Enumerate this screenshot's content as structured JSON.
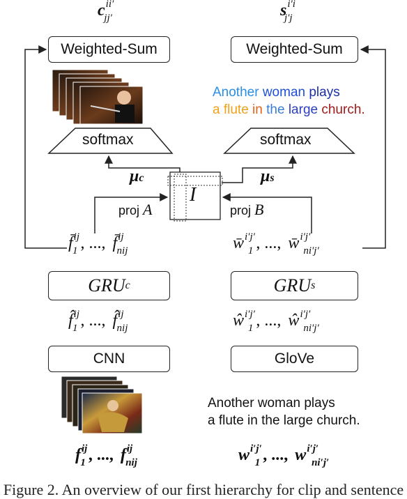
{
  "title_left": {
    "base": "c",
    "sup": "ii′",
    "sub": "jj′"
  },
  "title_right": {
    "base": "s",
    "sup": "i′i",
    "sub": "j′j"
  },
  "left": {
    "weighted_sum": "Weighted-Sum",
    "softmax": "softmax",
    "mu": "μ",
    "mu_sub": "c",
    "proj": "proj",
    "proj_var": "A",
    "gru": "GRU",
    "gru_sub": "c",
    "cnn": "CNN",
    "bar_seq": {
      "first": "f̄",
      "first_sup": "ij",
      "first_sub": "1",
      "ellipsis": ", ..., ",
      "last": "f̄",
      "last_sup": "ij",
      "last_sub": "nij"
    },
    "hat_seq": {
      "first": "f̂",
      "first_sup": "ij",
      "first_sub": "1",
      "ellipsis": ", ..., ",
      "last": "f̂",
      "last_sup": "ij",
      "last_sub": "nij"
    },
    "raw_seq": {
      "first": "f",
      "first_sup": "ij",
      "first_sub": "1",
      "ellipsis": ", ..., ",
      "last": "f",
      "last_sup": "ij",
      "last_sub": "nij"
    }
  },
  "right": {
    "weighted_sum": "Weighted-Sum",
    "softmax": "softmax",
    "mu": "μ",
    "mu_sub": "s",
    "proj": "proj",
    "proj_var": "B",
    "gru": "GRU",
    "gru_sub": "s",
    "glove": "GloVe",
    "bar_seq": {
      "first": "w̄",
      "first_sup": "i′j′",
      "first_sub": "1",
      "ellipsis": ", ..., ",
      "last": "w̄",
      "last_sup": "i′j′",
      "last_sub": "ni′j′"
    },
    "hat_seq": {
      "first": "ŵ",
      "first_sup": "i′j′",
      "first_sub": "1",
      "ellipsis": ", ..., ",
      "last": "ŵ",
      "last_sup": "i′j′",
      "last_sub": "ni′j′"
    },
    "raw_seq": {
      "first": "w",
      "first_sup": "i′j′",
      "first_sub": "1",
      "ellipsis": ", ..., ",
      "last": "w",
      "last_sup": "i′j′",
      "last_sub": "ni′j′"
    }
  },
  "matrix_label": "I",
  "colored_caption": {
    "line1": [
      {
        "text": "Another ",
        "color": "#2a8ee6"
      },
      {
        "text": "woman ",
        "color": "#1e4fd6"
      },
      {
        "text": "plays",
        "color": "#1b2fa8"
      }
    ],
    "line2": [
      {
        "text": "a flute ",
        "color": "#f0a11a"
      },
      {
        "text": "in ",
        "color": "#e0621a"
      },
      {
        "text": "the ",
        "color": "#3a7fd9"
      },
      {
        "text": "large ",
        "color": "#2b3fbf"
      },
      {
        "text": "church.",
        "color": "#a01a1a"
      }
    ]
  },
  "sentence_line1": "Another woman plays",
  "sentence_line2": "a flute in the large church.",
  "figure_caption": "Figure 2. An overview of our first hierarchy for clip and sentence"
}
